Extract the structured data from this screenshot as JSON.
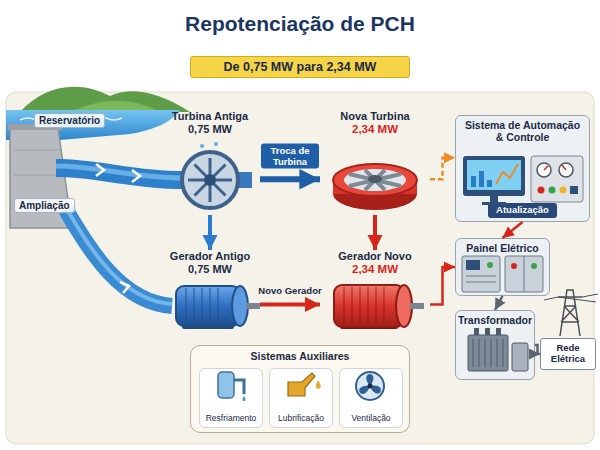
{
  "diagram": {
    "title": "Repotenciação de PCH",
    "nodes": [
      {
        "text": [
          "De 0,75 MW para 2,34 MW"
        ]
      },
      {
        "text": [
          "Turbina Antiga",
          "0,75 MW"
        ]
      },
      {
        "text": [
          "Nova Turbina",
          "2,34 MW"
        ]
      },
      {
        "text": [
          "Sistema de Automação & Controle",
          "Atualização"
        ]
      },
      {
        "text": [
          "Gerador Antigo",
          "0,75 MW"
        ]
      },
      {
        "text": [
          "Gerador Novo",
          "2,34 MW"
        ]
      },
      {
        "text": [
          "Painel Elétrico"
        ]
      },
      {
        "text": [
          "Transformador"
        ]
      },
      {
        "text": [
          "Rede Elétrica"
        ]
      },
      {
        "text": [
          "Sistemas Auxiliares"
        ]
      },
      {
        "text": [
          "Resfriamento"
        ],
        "in": 9
      },
      {
        "text": [
          "Lubrificação"
        ],
        "in": 9
      },
      {
        "text": [
          "Ventilação"
        ],
        "in": 9
      }
    ],
    "edges": [
      {
        "from": 1,
        "to": 2,
        "label": "Troca de Turbina",
        "arrow": "to"
      },
      {
        "from": 1,
        "to": 4,
        "arrow": "to"
      },
      {
        "from": 2,
        "to": 5,
        "arrow": "to"
      },
      {
        "from": 4,
        "to": 5,
        "label": "Novo Gerador",
        "arrow": "to"
      },
      {
        "from": 2,
        "to": 3,
        "arrow": "to"
      },
      {
        "from": 5,
        "to": 6,
        "arrow": "to"
      },
      {
        "from": 3,
        "to": 6,
        "arrow": "to"
      },
      {
        "from": 6,
        "to": 7,
        "arrow": "to"
      },
      {
        "from": 7,
        "to": 8,
        "arrow": "to"
      }
    ],
    "labels": [
      "Reservatório",
      "Ampliação"
    ]
  }
}
